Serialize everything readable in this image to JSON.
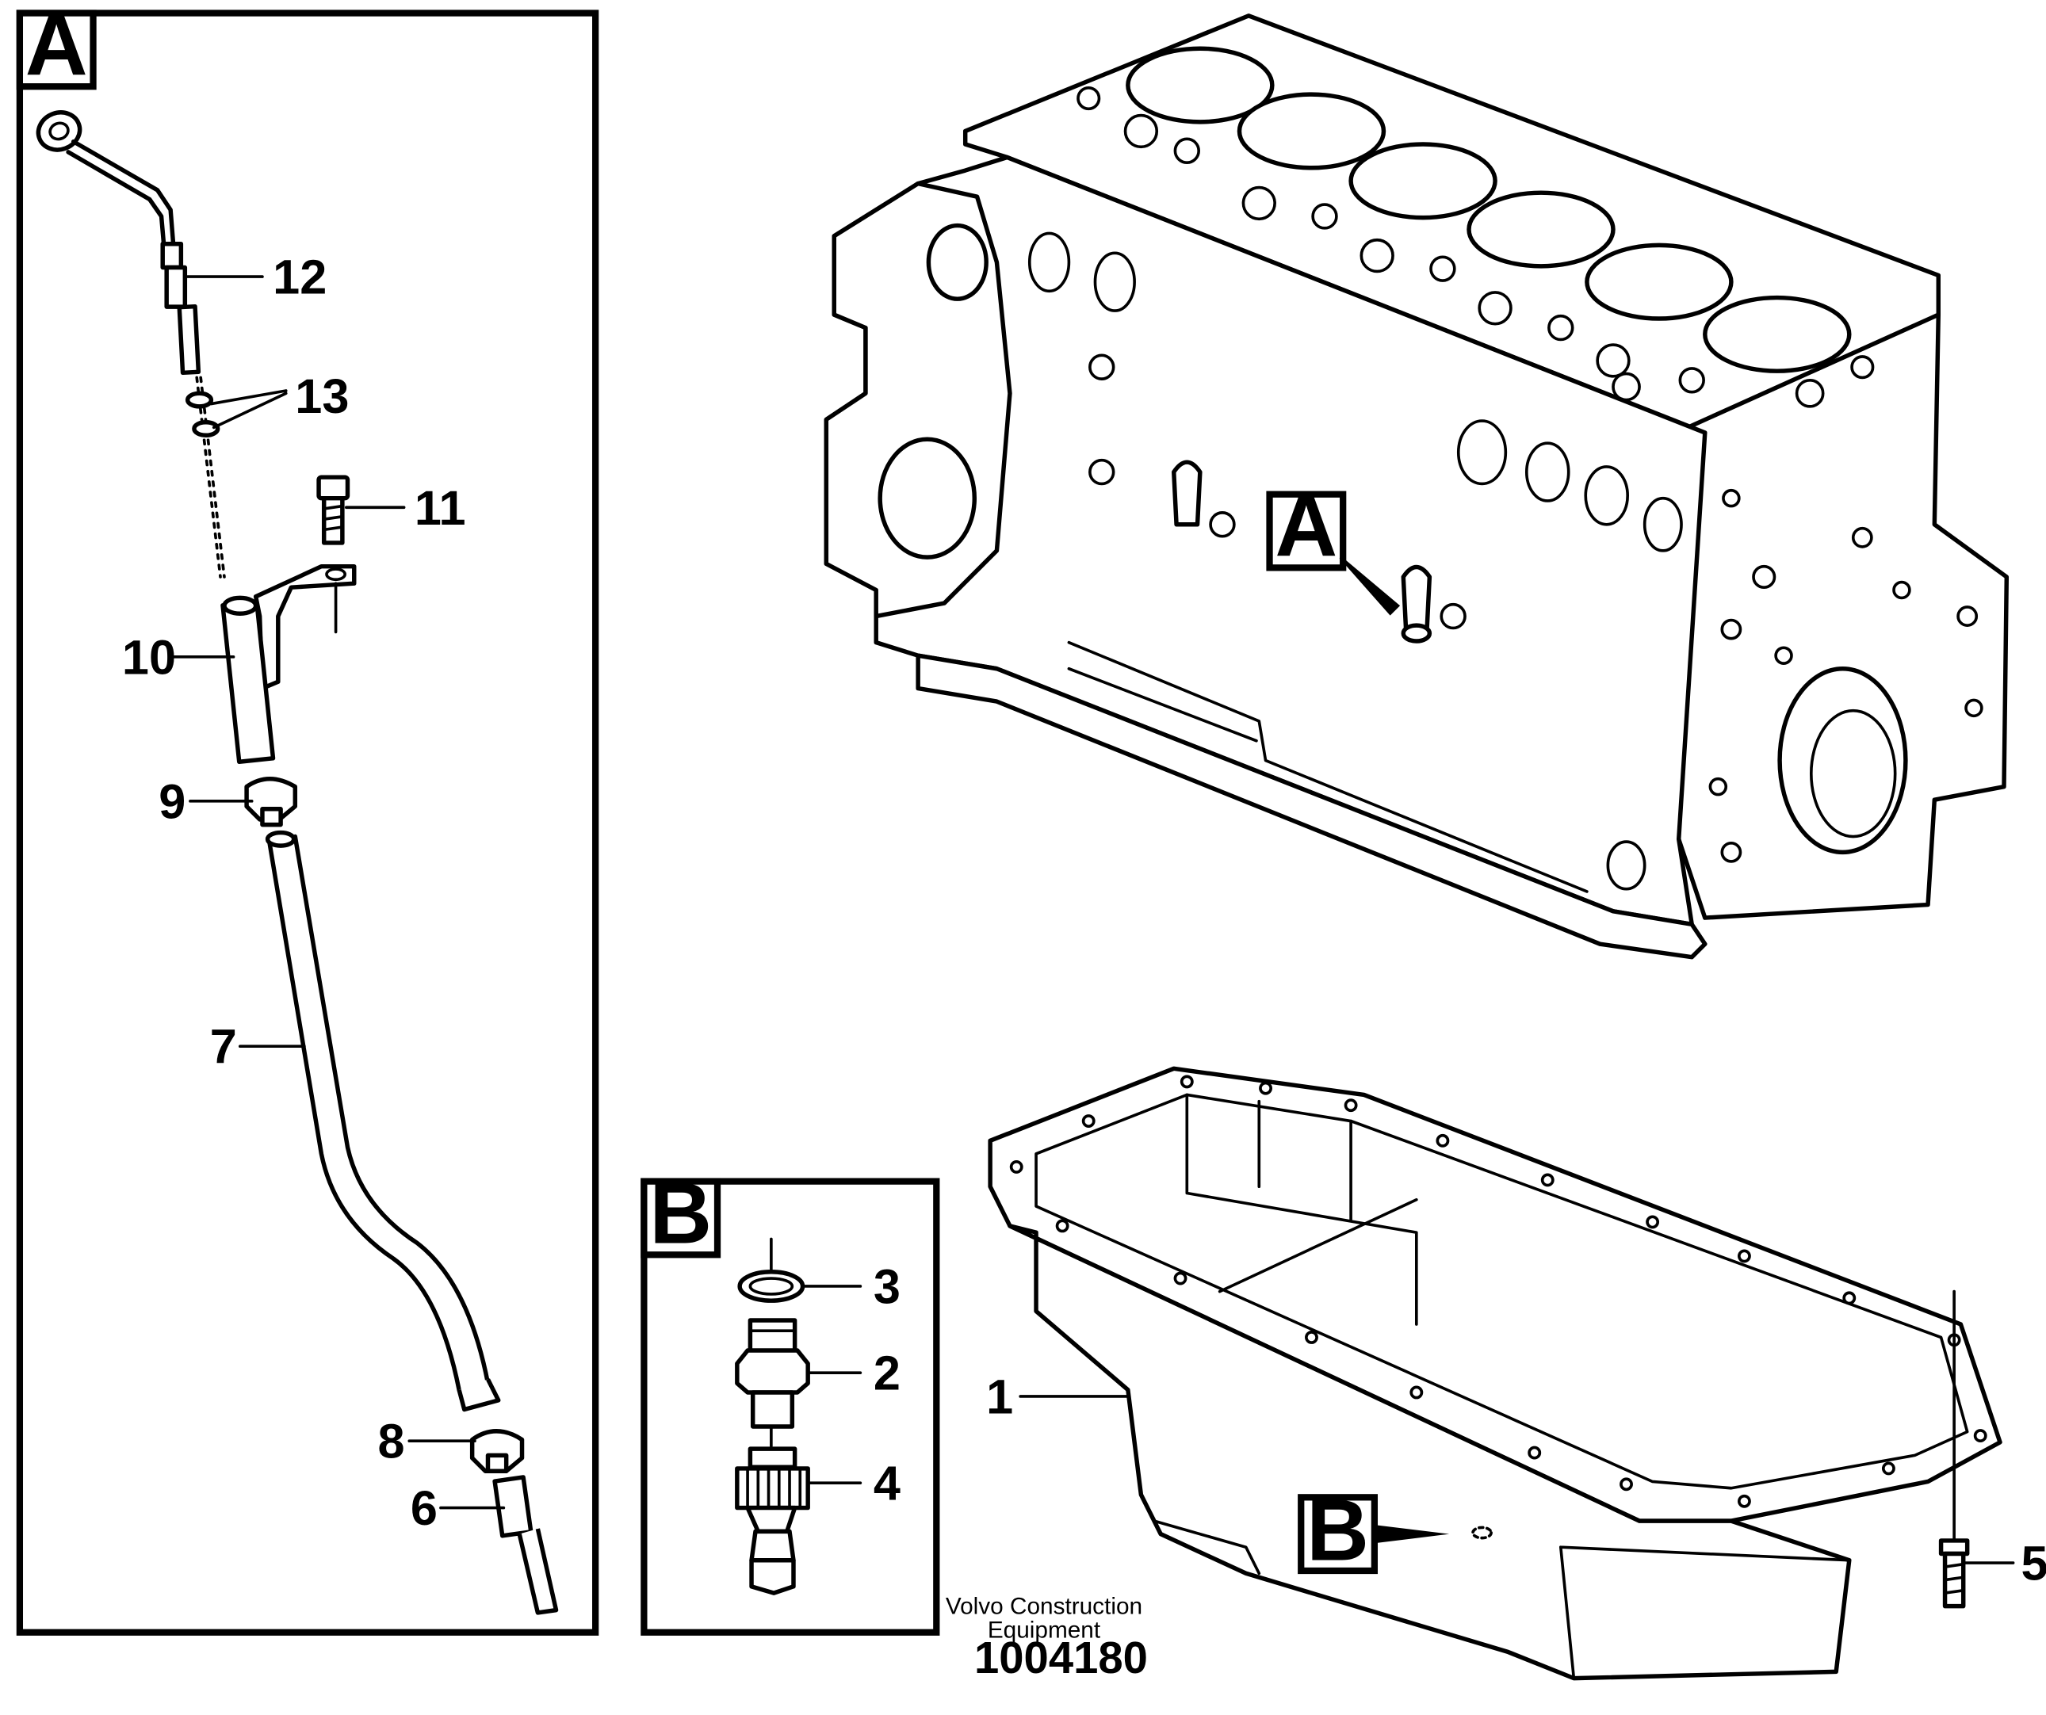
{
  "panels": {
    "a_tag": "A",
    "b_tag": "B",
    "engine_pointer_a": "A",
    "pan_pointer_b": "B"
  },
  "callouts": {
    "c1": "1",
    "c2": "2",
    "c3": "3",
    "c4": "4",
    "c5": "5",
    "c6": "6",
    "c7": "7",
    "c8": "8",
    "c9": "9",
    "c10": "10",
    "c11": "11",
    "c12": "12",
    "c13": "13"
  },
  "footer": {
    "brand_line1": "Volvo Construction",
    "brand_line2": "Equipment",
    "drawing_number": "1004180"
  }
}
